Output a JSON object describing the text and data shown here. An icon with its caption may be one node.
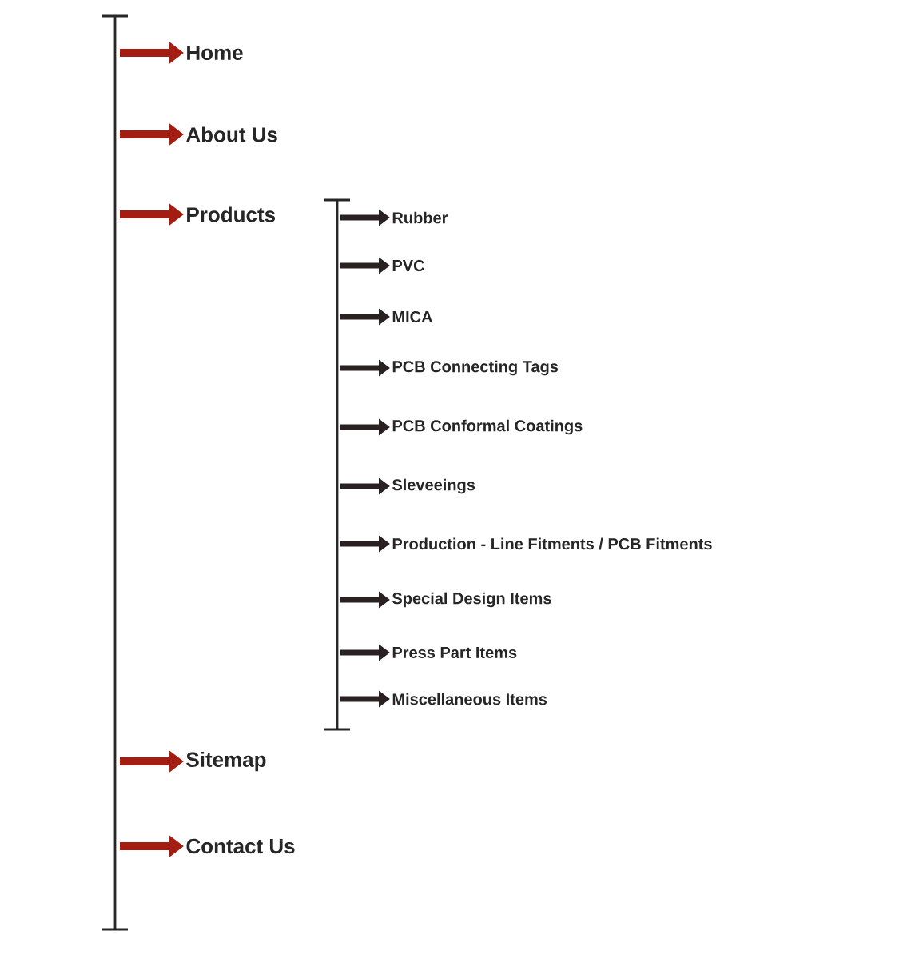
{
  "diagram": {
    "nodes": [
      {
        "text": [
          "Home"
        ]
      },
      {
        "text": [
          "About Us"
        ]
      },
      {
        "text": [
          "Products"
        ]
      },
      {
        "text": [
          "Rubber"
        ]
      },
      {
        "text": [
          "PVC"
        ]
      },
      {
        "text": [
          "MICA"
        ]
      },
      {
        "text": [
          "PCB Connecting Tags"
        ]
      },
      {
        "text": [
          "PCB Conformal Coatings"
        ]
      },
      {
        "text": [
          "Sleveeings"
        ]
      },
      {
        "text": [
          "Production - Line Fitments / PCB Fitments"
        ]
      },
      {
        "text": [
          "Special Design Items"
        ]
      },
      {
        "text": [
          "Press Part Items"
        ]
      },
      {
        "text": [
          "Miscellaneous Items"
        ]
      },
      {
        "text": [
          "Sitemap"
        ]
      },
      {
        "text": [
          "Contact Us"
        ]
      }
    ],
    "edges": [
      {
        "from": null,
        "to": 0,
        "arrow": "to",
        "color": "#a31d12"
      },
      {
        "from": null,
        "to": 1,
        "arrow": "to",
        "color": "#a31d12"
      },
      {
        "from": null,
        "to": 2,
        "arrow": "to",
        "color": "#a31d12"
      },
      {
        "from": null,
        "to": 3,
        "arrow": "to"
      },
      {
        "from": null,
        "to": 4,
        "arrow": "to"
      },
      {
        "from": null,
        "to": 5,
        "arrow": "to"
      },
      {
        "from": null,
        "to": 6,
        "arrow": "to"
      },
      {
        "from": null,
        "to": 7,
        "arrow": "to"
      },
      {
        "from": null,
        "to": 8,
        "arrow": "to"
      },
      {
        "from": null,
        "to": 9,
        "arrow": "to"
      },
      {
        "from": null,
        "to": 10,
        "arrow": "to"
      },
      {
        "from": null,
        "to": 11,
        "arrow": "to"
      },
      {
        "from": null,
        "to": 12,
        "arrow": "to"
      },
      {
        "from": null,
        "to": 13,
        "arrow": "to",
        "color": "#a31d12"
      },
      {
        "from": null,
        "to": 14,
        "arrow": "to",
        "color": "#a31d12"
      }
    ]
  }
}
